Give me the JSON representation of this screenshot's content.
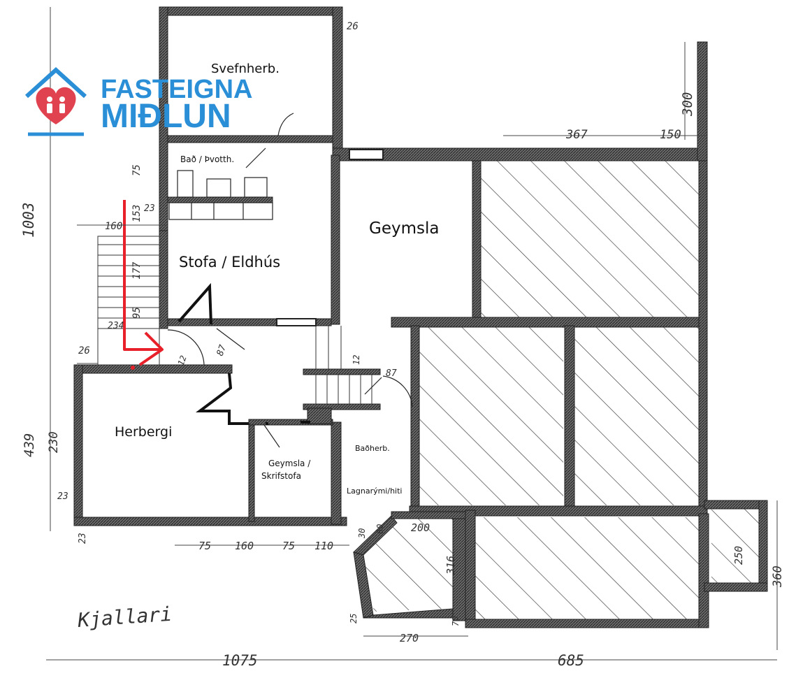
{
  "logo": {
    "line1": "FASTEIGNA",
    "line2": "MIÐLUN",
    "brand_color": "#2a8fd6",
    "heart_color": "#e0424f",
    "icon": "house-heart-kids-icon"
  },
  "rooms": {
    "svefnherb": "Svefnherb.",
    "bad_thvott": "Bað / Þvotth.",
    "stofa_eldhus": "Stofa / Eldhús",
    "geymsla": "Geymsla",
    "herbergi": "Herbergi",
    "geymsla_skrifstofa_1": "Geymsla /",
    "geymsla_skrifstofa_2": "Skrifstofa",
    "badherb": "Baðherb.",
    "lagnarymi": "Lagnarými/hiti"
  },
  "plan_title": "Kjallari",
  "dimensions": {
    "d1075": "1075",
    "d685": "685",
    "d1003": "1003",
    "d439": "439",
    "d230": "230",
    "d367": "367",
    "d150": "150",
    "d300": "300",
    "d26a": "26",
    "d26b": "26",
    "d75a": "75",
    "d153": "153",
    "d160a": "160",
    "d23a": "23",
    "d177": "177",
    "d95": "95",
    "d234": "234",
    "d87a": "87",
    "d87b": "87",
    "d12a": "12",
    "d12b": "12",
    "d23b": "23",
    "d23c": "23",
    "d75b": "75",
    "d160b": "160",
    "d75c": "75",
    "d110": "110",
    "d200": "200",
    "d316": "316",
    "d30": "30",
    "d60": "60",
    "d250": "250",
    "d360": "360",
    "d270": "270",
    "d70": "70",
    "d25": "25"
  },
  "colors": {
    "wall": "#222222",
    "hatch": "#333333",
    "arrow": "#e8202a"
  }
}
